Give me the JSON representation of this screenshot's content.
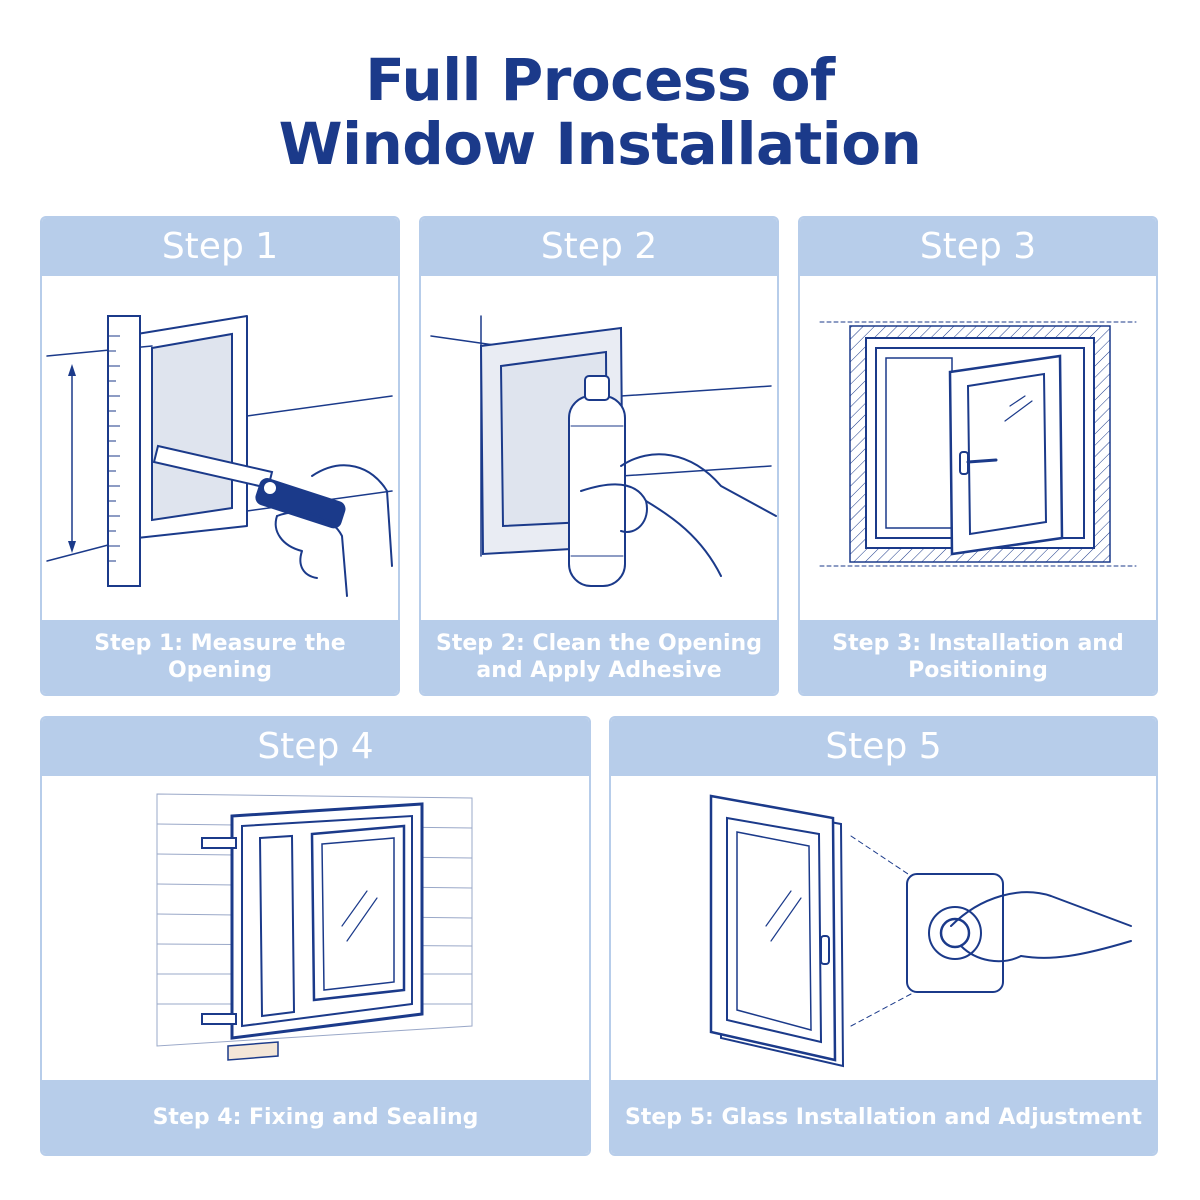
{
  "title": {
    "line1": "Full Process of",
    "line2": "Window Installation"
  },
  "colors": {
    "brand_navy": "#1b3a8a",
    "panel_blue": "#b7cdea"
  },
  "steps": [
    {
      "header": "Step 1",
      "caption": "Step 1: Measure the Opening",
      "illustration": "measuring-tape-and-ruler-icon"
    },
    {
      "header": "Step 2",
      "caption": "Step 2: Clean the Opening and Apply Adhesive",
      "illustration": "adhesive-bottle-icon"
    },
    {
      "header": "Step 3",
      "caption": "Step 3: Installation and Positioning",
      "illustration": "open-window-frame-icon"
    },
    {
      "header": "Step 4",
      "caption": "Step 4: Fixing and Sealing",
      "illustration": "window-anchored-in-wall-icon"
    },
    {
      "header": "Step 5",
      "caption": "Step 5: Glass Installation and Adjustment",
      "illustration": "glass-pane-and-adjustment-knob-icon"
    }
  ]
}
